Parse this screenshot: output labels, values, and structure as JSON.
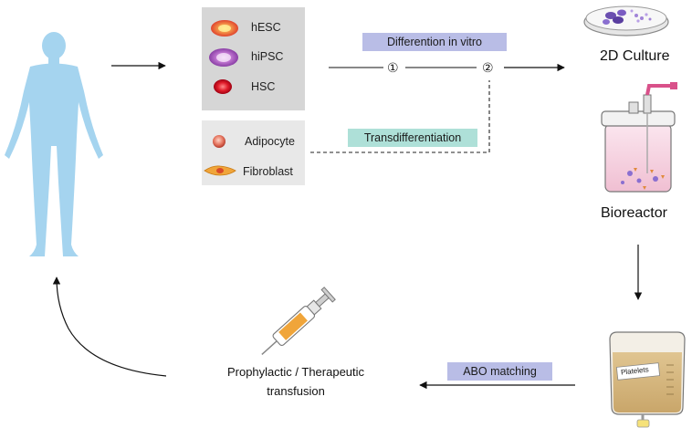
{
  "stem_cells": {
    "items": [
      {
        "label": "hESC",
        "icon": "hesc-cell-icon"
      },
      {
        "label": "hiPSC",
        "icon": "hipsc-cell-icon"
      },
      {
        "label": "HSC",
        "icon": "hsc-cell-icon"
      }
    ]
  },
  "somatic_cells": {
    "items": [
      {
        "label": "Adipocyte",
        "icon": "adipocyte-cell-icon"
      },
      {
        "label": "Fibroblast",
        "icon": "fibroblast-cell-icon"
      }
    ]
  },
  "pathways": {
    "differentiation": "Differention in vitro",
    "transdifferentiation": "Transdifferentiation",
    "step1": "①",
    "step2": "②"
  },
  "culture": {
    "culture_2d": "2D Culture",
    "bioreactor": "Bioreactor"
  },
  "product": {
    "bag_label": "Platelets",
    "matching": "ABO matching"
  },
  "transfusion": {
    "line1": "Prophylactic / Therapeutic",
    "line2": "transfusion"
  },
  "colors": {
    "body": "#a5d4ef",
    "tag_blue": "#b9bde6",
    "tag_teal": "#aee0d8",
    "stem_box": "#d6d6d6",
    "somatic_box": "#e8e8e8",
    "bag_fluid": "#d1b27a"
  }
}
